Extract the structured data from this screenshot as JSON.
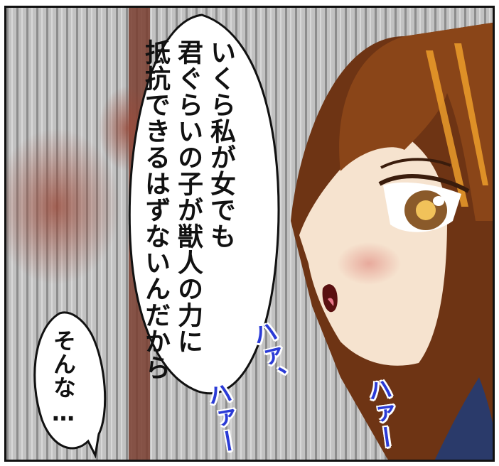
{
  "speech": {
    "main_lines": [
      "いくら私が女でも",
      "君ぐらいの子が獣人の力に",
      "抵抗できるはずないんだから"
    ],
    "small_line": "そんな…"
  },
  "sfx": [
    "ハァ、",
    "ハァー",
    "ハァー"
  ],
  "colors": {
    "sfx": "#2b3bd6",
    "hair": "#6e3414",
    "skin": "#f6e3cf",
    "background_stripes": "#b9b9b9"
  }
}
